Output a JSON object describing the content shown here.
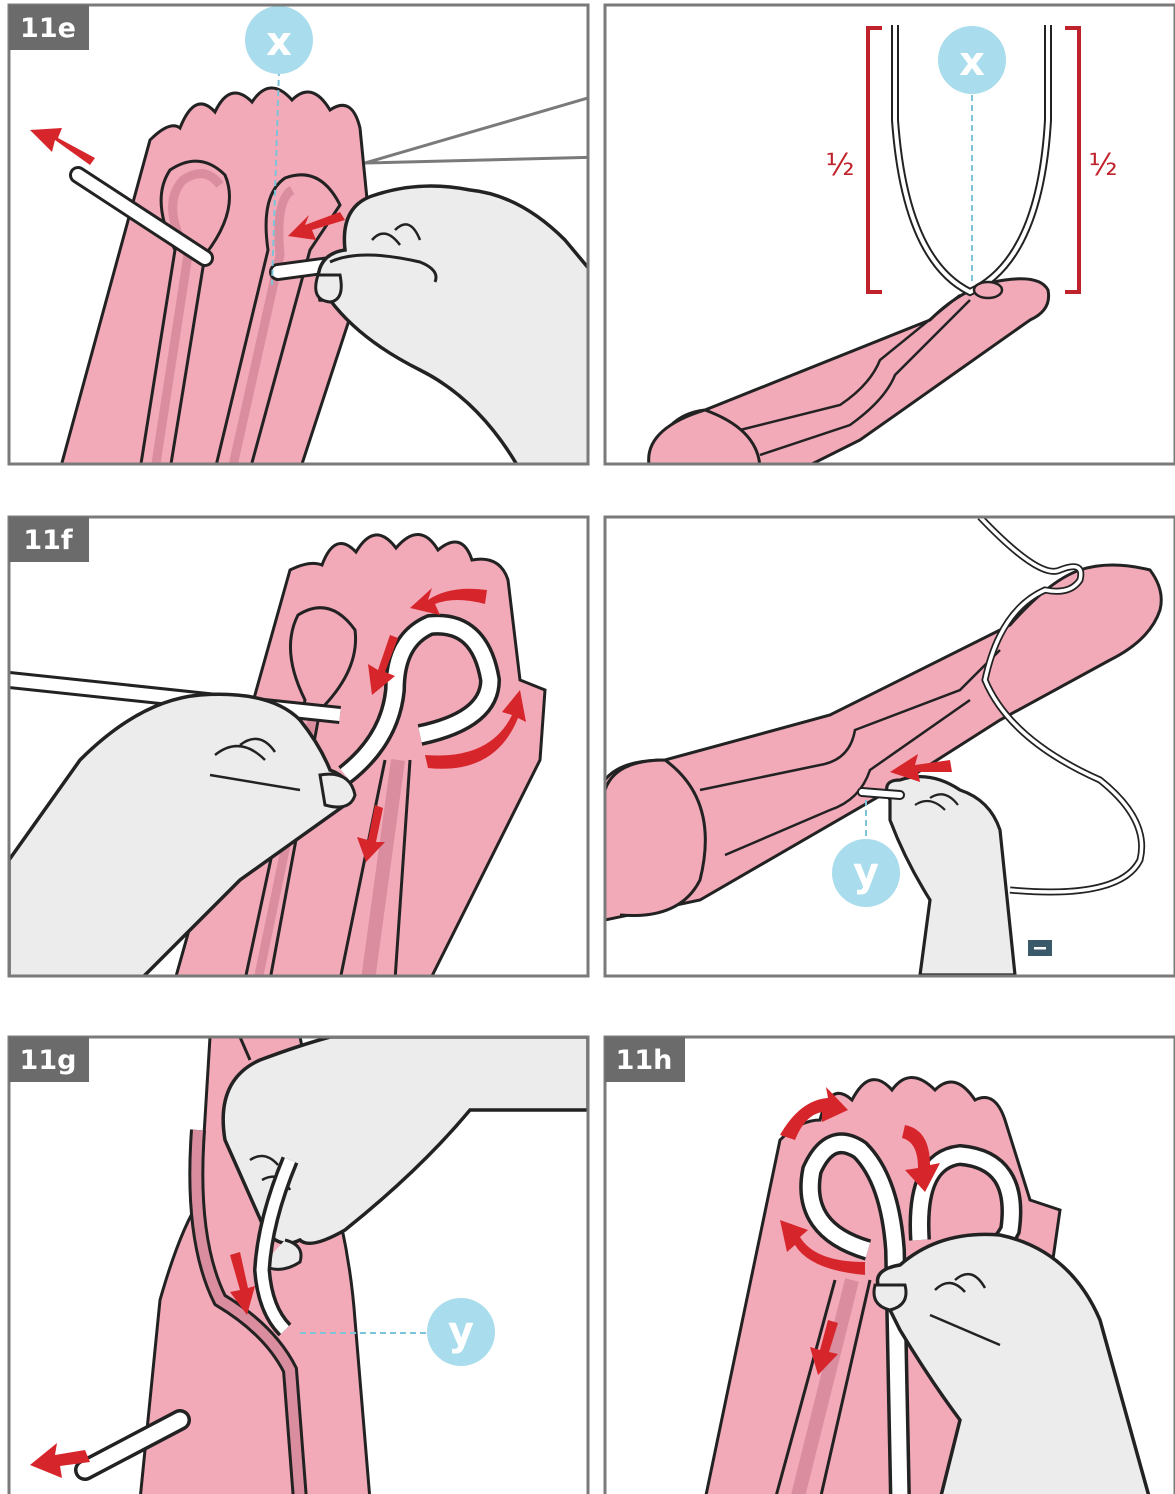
{
  "steps": {
    "p1": "11e",
    "p3": "11f",
    "p5": "11g",
    "p6": "11h"
  },
  "markers": {
    "x": "x",
    "y": "y"
  },
  "fractions": {
    "left": "½",
    "right": "½"
  },
  "colors": {
    "skin": "#f2a9b8",
    "vein": "#d98d9e",
    "hand": "#ececec",
    "arrow": "#d7262b",
    "marker": "#a9dcec",
    "guide": "#7ec3d8",
    "frame": "#7a7a7a",
    "label_bg": "#6b6b6b",
    "bracket": "#c0222b"
  }
}
